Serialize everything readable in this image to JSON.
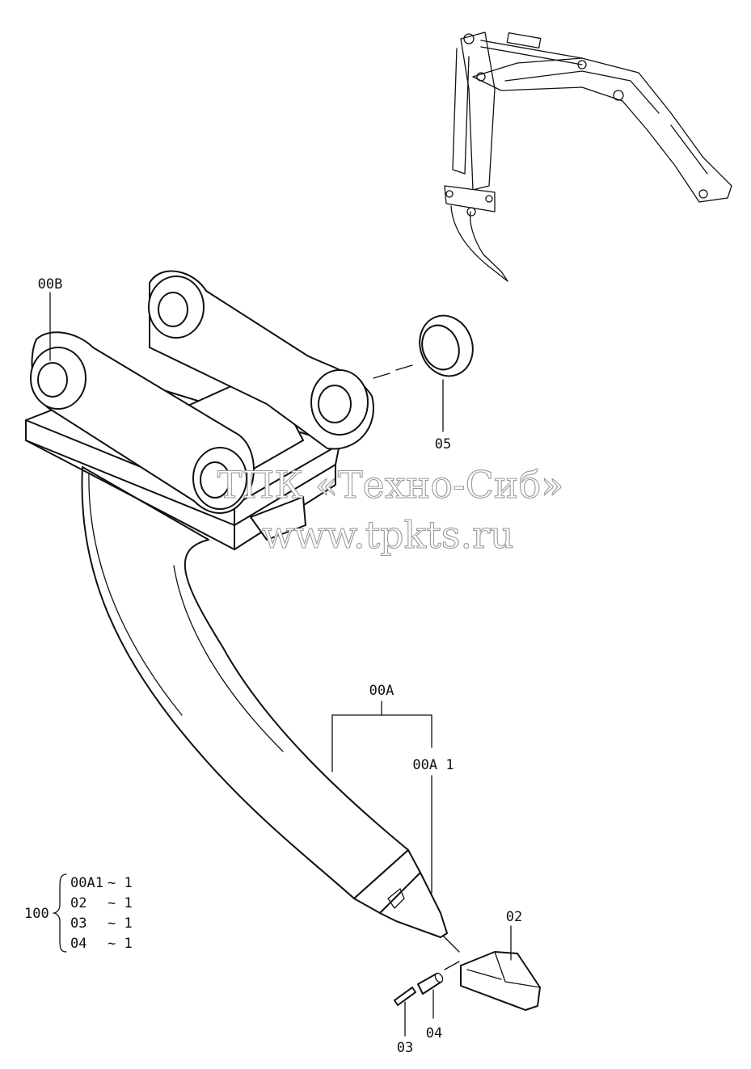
{
  "labels": {
    "00B": "00B",
    "05": "05",
    "00A": "00A",
    "00A1": "00A 1",
    "02": "02",
    "03": "03",
    "04": "04"
  },
  "bom": {
    "assembly": "100",
    "rows": [
      {
        "part": "00A1",
        "qty": "~ 1"
      },
      {
        "part": "02",
        "qty": "~ 1"
      },
      {
        "part": "03",
        "qty": "~ 1"
      },
      {
        "part": "04",
        "qty": "~ 1"
      }
    ]
  },
  "watermark": {
    "line1": "ТПК «Техно-Сиб»",
    "line2": "www.tpkts.ru"
  }
}
